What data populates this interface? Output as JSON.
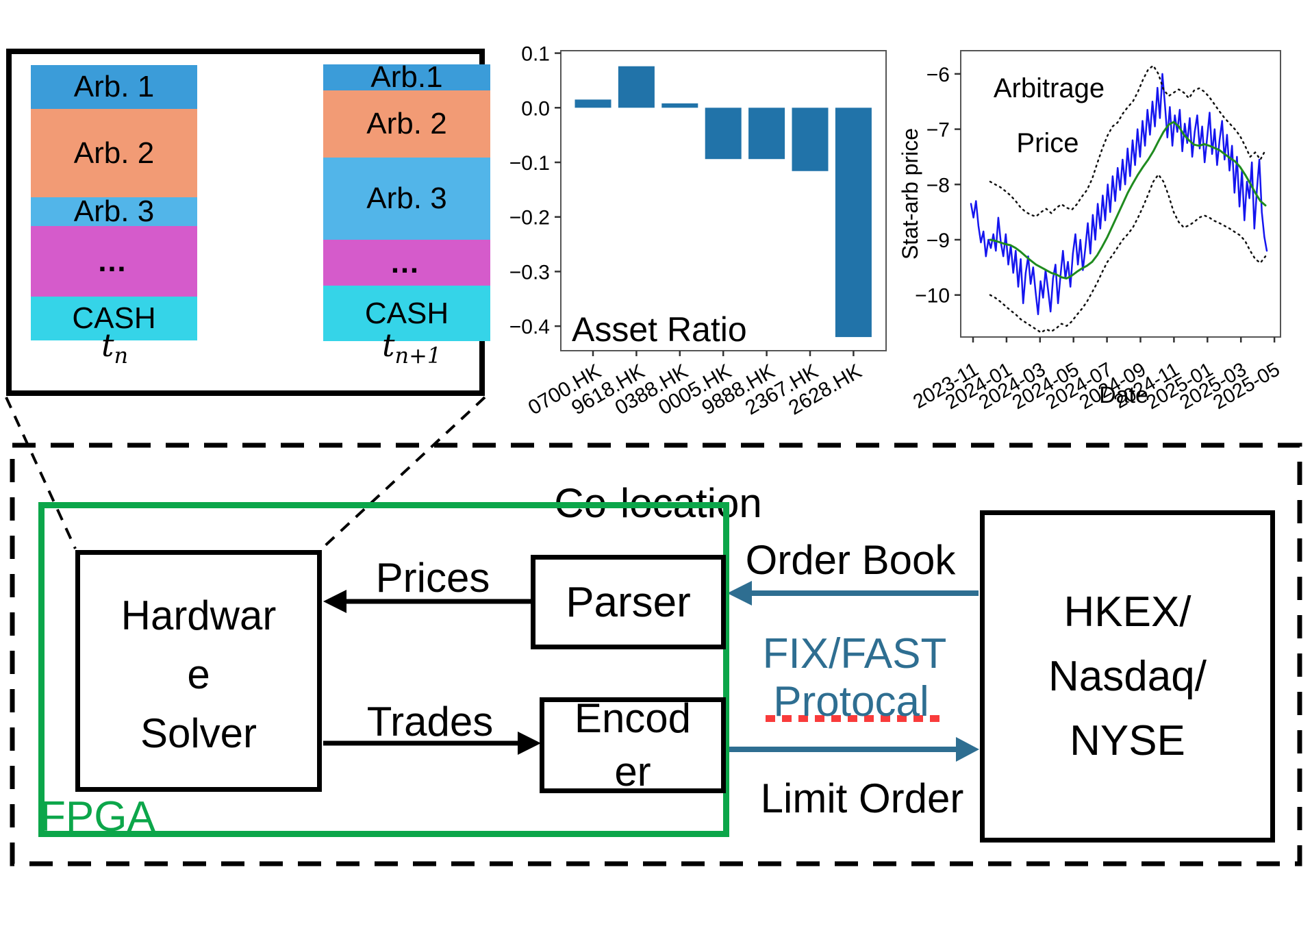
{
  "portfolio": {
    "colors": [
      "#3B9CD9",
      "#F29B75",
      "#52B5E9",
      "#D55BCB",
      "#35D4E8"
    ],
    "left_bar": {
      "labels": [
        "Arb. 1",
        "Arb. 2",
        "Arb. 3",
        "…",
        "CASH"
      ],
      "heights": [
        64,
        129,
        42,
        103,
        64
      ]
    },
    "right_bar": {
      "labels": [
        "Arb.1",
        "Arb. 2",
        "Arb. 3",
        "…",
        "CASH"
      ],
      "heights": [
        38,
        98,
        120,
        67,
        81
      ]
    },
    "time_left": {
      "base": "t",
      "sub": "n"
    },
    "time_right": {
      "base": "t",
      "sub": "n+1"
    },
    "arrow_color": "#7AC651"
  },
  "chart_data": [
    {
      "type": "bar",
      "inner_label": "Asset Ratio",
      "categories": [
        "0700.HK",
        "9618.HK",
        "0388.HK",
        "0005.HK",
        "9888.HK",
        "2367.HK",
        "2628.HK"
      ],
      "values": [
        0.015,
        0.076,
        0.008,
        -0.094,
        -0.094,
        -0.116,
        -0.42
      ],
      "ytick_values": [
        0.1,
        0.0,
        -0.1,
        -0.2,
        -0.3,
        -0.4
      ],
      "ytick_labels": [
        "0.1",
        "0.0",
        "−0.1",
        "−0.2",
        "−0.3",
        "−0.4"
      ],
      "ylim": [
        -0.445,
        0.1045
      ],
      "bar_color": "#2173A9",
      "grid": false,
      "xlabel": "",
      "ylabel": ""
    },
    {
      "type": "line",
      "title_lines": [
        "Arbitrage",
        "Price"
      ],
      "xlabel": "Date",
      "ylabel": "Stat-arb price",
      "ytick_values": [
        -6,
        -7,
        -8,
        -9,
        -10
      ],
      "ytick_labels": [
        "−6",
        "−7",
        "−8",
        "−9",
        "−10"
      ],
      "xtick_labels": [
        "2023-11",
        "2024-01",
        "2024-03",
        "2024-05",
        "2024-07",
        "2024-09",
        "2024-11",
        "2025-01",
        "2025-03",
        "2025-05"
      ],
      "ylim": [
        -10.76,
        -5.58
      ],
      "grid": false,
      "series": [
        {
          "name": "stat-arb-price",
          "color": "#1515EF",
          "style": "solid",
          "width": 2.5,
          "values": [
            -8.35,
            -8.6,
            -8.3,
            -8.75,
            -9.05,
            -8.85,
            -9.3,
            -9.0,
            -9.15,
            -8.9,
            -9.2,
            -8.6,
            -9.05,
            -9.3,
            -8.9,
            -9.45,
            -9.1,
            -9.6,
            -9.2,
            -9.85,
            -9.35,
            -10.15,
            -9.6,
            -9.3,
            -9.8,
            -9.5,
            -9.95,
            -10.35,
            -9.75,
            -10.05,
            -9.55,
            -9.9,
            -10.3,
            -9.7,
            -9.45,
            -10.15,
            -9.65,
            -9.2,
            -9.7,
            -9.4,
            -9.85,
            -9.25,
            -8.9,
            -9.45,
            -9.0,
            -9.55,
            -9.15,
            -8.7,
            -9.25,
            -8.55,
            -9.0,
            -8.35,
            -8.8,
            -8.2,
            -8.65,
            -8.0,
            -8.5,
            -7.85,
            -8.3,
            -7.7,
            -8.1,
            -7.55,
            -8.0,
            -7.35,
            -7.85,
            -7.2,
            -7.65,
            -7.0,
            -7.5,
            -6.85,
            -7.3,
            -6.65,
            -7.1,
            -6.5,
            -6.95,
            -6.25,
            -6.8,
            -6.0,
            -6.55,
            -7.15,
            -6.6,
            -7.3,
            -6.75,
            -7.05,
            -6.65,
            -7.4,
            -6.9,
            -7.25,
            -6.8,
            -7.5,
            -7.05,
            -6.75,
            -7.35,
            -6.95,
            -7.6,
            -7.15,
            -6.7,
            -7.45,
            -7.0,
            -7.65,
            -7.2,
            -6.85,
            -7.55,
            -7.1,
            -7.75,
            -7.3,
            -8.15,
            -7.5,
            -8.4,
            -7.75,
            -8.65,
            -7.95,
            -8.25,
            -7.6,
            -8.8,
            -8.1,
            -7.55,
            -8.5,
            -8.95,
            -9.2
          ]
        },
        {
          "name": "moving-average",
          "color": "#1F8B1F",
          "style": "solid",
          "width": 3,
          "values": [
            -9.0,
            -9.02,
            -9.05,
            -9.08,
            -9.1,
            -9.15,
            -9.22,
            -9.3,
            -9.38,
            -9.45,
            -9.5,
            -9.55,
            -9.6,
            -9.63,
            -9.68,
            -9.7,
            -9.65,
            -9.58,
            -9.52,
            -9.47,
            -9.4,
            -9.28,
            -9.12,
            -8.95,
            -8.75,
            -8.55,
            -8.35,
            -8.15,
            -7.98,
            -7.82,
            -7.68,
            -7.55,
            -7.4,
            -7.22,
            -7.05,
            -6.92,
            -6.87,
            -6.95,
            -7.1,
            -7.2,
            -7.28,
            -7.3,
            -7.27,
            -7.3,
            -7.34,
            -7.38,
            -7.45,
            -7.52,
            -7.58,
            -7.68,
            -7.82,
            -7.98,
            -8.15,
            -8.3,
            -8.38
          ]
        },
        {
          "name": "upper-band",
          "color": "#111111",
          "style": "dotted",
          "width": 2.5,
          "values": [
            -7.95,
            -8.0,
            -8.05,
            -8.12,
            -8.2,
            -8.3,
            -8.42,
            -8.5,
            -8.55,
            -8.58,
            -8.5,
            -8.44,
            -8.52,
            -8.42,
            -8.36,
            -8.42,
            -8.46,
            -8.36,
            -8.22,
            -8.1,
            -7.9,
            -7.62,
            -7.35,
            -7.12,
            -6.95,
            -6.88,
            -6.72,
            -6.6,
            -6.5,
            -6.32,
            -6.1,
            -5.92,
            -5.85,
            -6.0,
            -6.28,
            -6.4,
            -6.34,
            -6.28,
            -6.34,
            -6.44,
            -6.3,
            -6.26,
            -6.32,
            -6.42,
            -6.55,
            -6.68,
            -6.8,
            -6.9,
            -7.0,
            -7.12,
            -7.3,
            -7.5,
            -7.42,
            -7.55,
            -7.38
          ]
        },
        {
          "name": "lower-band",
          "color": "#111111",
          "style": "dotted",
          "width": 2.5,
          "values": [
            -10.0,
            -10.05,
            -10.12,
            -10.2,
            -10.28,
            -10.35,
            -10.44,
            -10.5,
            -10.56,
            -10.62,
            -10.68,
            -10.62,
            -10.66,
            -10.6,
            -10.52,
            -10.56,
            -10.48,
            -10.36,
            -10.25,
            -10.12,
            -9.95,
            -9.78,
            -9.58,
            -9.4,
            -9.28,
            -9.14,
            -9.0,
            -8.9,
            -8.78,
            -8.6,
            -8.4,
            -8.18,
            -7.95,
            -7.82,
            -7.95,
            -8.2,
            -8.5,
            -8.68,
            -8.78,
            -8.74,
            -8.68,
            -8.6,
            -8.56,
            -8.6,
            -8.66,
            -8.7,
            -8.75,
            -8.8,
            -8.86,
            -8.92,
            -9.02,
            -9.2,
            -9.35,
            -9.42,
            -9.3
          ]
        }
      ]
    }
  ],
  "diagram": {
    "colocation_label": "Co-location",
    "fpga_label": "FPGA",
    "hardware_solver_lines": [
      "Hardwar",
      "e",
      "Solver"
    ],
    "parser_label": "Parser",
    "encoder_lines": [
      "Encod",
      "er"
    ],
    "exchange_lines": [
      "HKEX/",
      "Nasdaq/",
      "NYSE"
    ],
    "prices_label": "Prices",
    "trades_label": "Trades",
    "order_book_label": "Order Book",
    "limit_order_label": "Limit Order",
    "protocol_line1": "FIX/FAST",
    "protocol_line2": "Protocal",
    "colors": {
      "green": "#0CA64A",
      "teal": "#2E6E91",
      "red": "#F93B3B"
    }
  }
}
